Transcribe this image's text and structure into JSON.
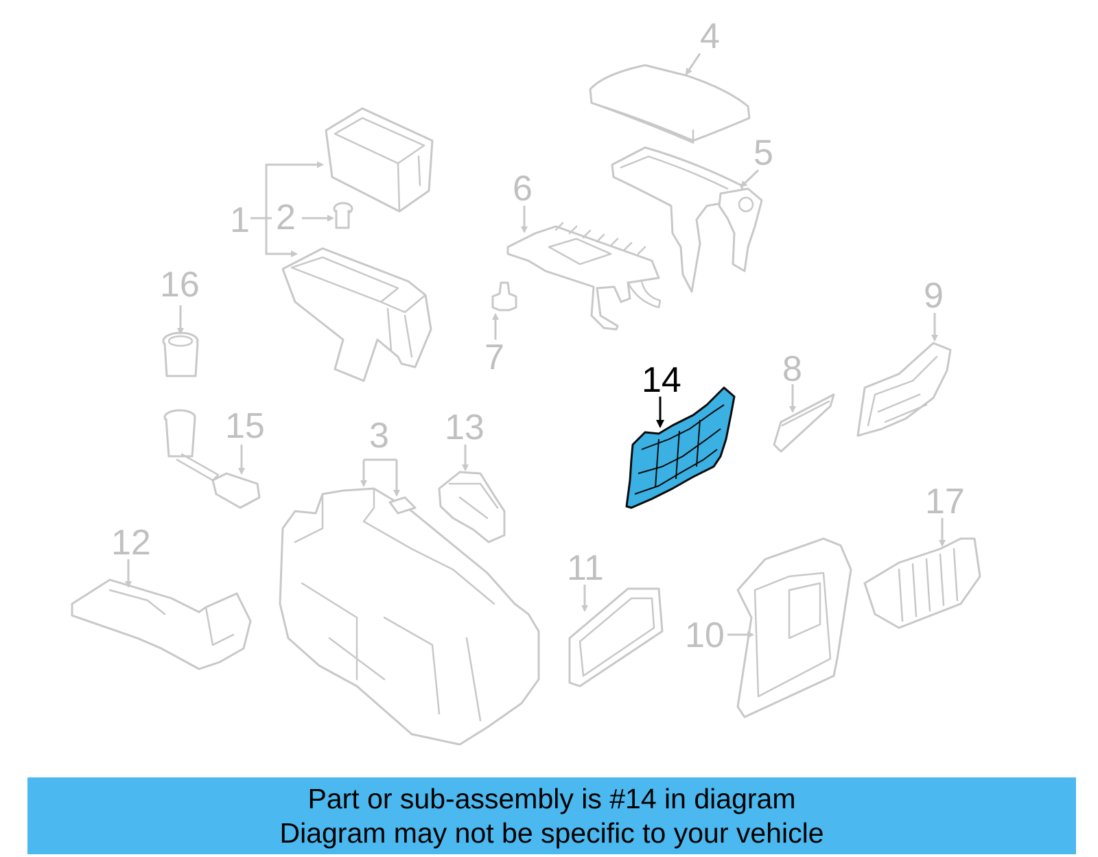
{
  "diagram": {
    "callouts": [
      "1",
      "2",
      "3",
      "4",
      "5",
      "6",
      "7",
      "8",
      "9",
      "10",
      "11",
      "12",
      "13",
      "14",
      "15",
      "16",
      "17"
    ],
    "highlighted_part": "14",
    "highlight_color": "#3bb0e3",
    "line_color": "#c8c8c8"
  },
  "banner": {
    "line1": "Part or sub-assembly is #14 in diagram",
    "line2": "Diagram may not be specific to your vehicle",
    "background": "#4bb9ef"
  }
}
